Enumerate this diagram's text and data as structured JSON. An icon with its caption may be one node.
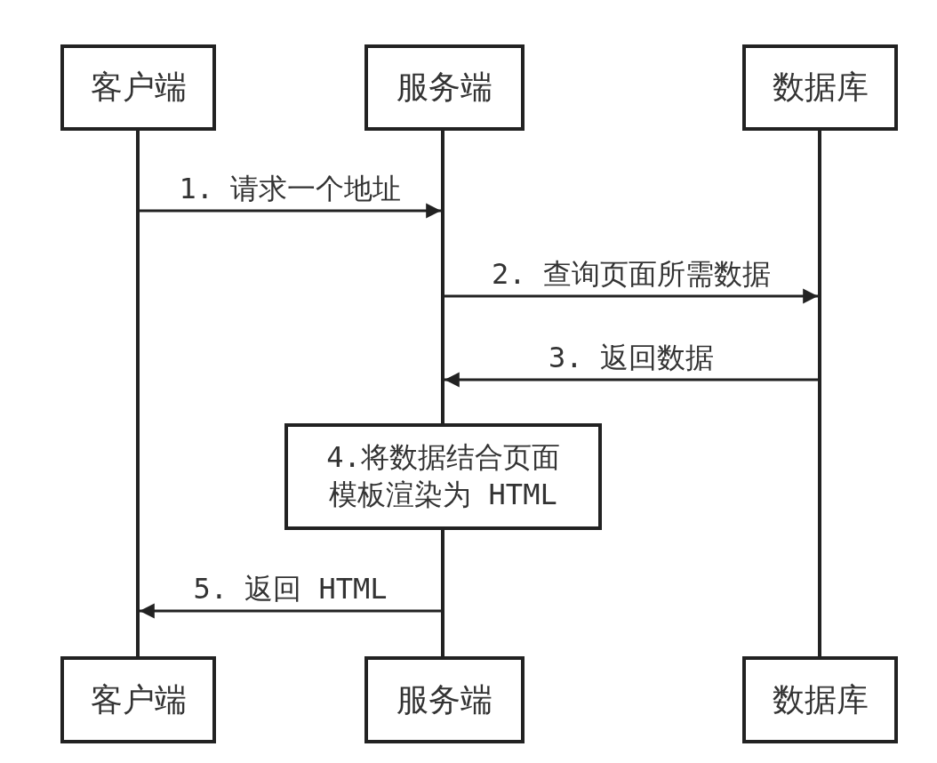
{
  "diagram": {
    "nodes": [
      {
        "text": [
          "客户端"
        ]
      },
      {
        "text": [
          "服务端"
        ]
      },
      {
        "text": [
          "数据库"
        ]
      },
      {
        "text": [],
        "shape": "line"
      },
      {
        "text": [],
        "shape": "line"
      },
      {
        "text": [],
        "shape": "line"
      },
      {
        "text": [
          "4.将数据结合页面模板渲染为 HTML"
        ]
      },
      {
        "text": [],
        "shape": "line"
      },
      {
        "text": [
          "客户端"
        ]
      },
      {
        "text": [
          "服务端"
        ]
      },
      {
        "text": [
          "数据库"
        ]
      }
    ],
    "edges": [
      {
        "from": 3,
        "to": 4,
        "arrow": "to",
        "label": "1. 请求一个地址"
      },
      {
        "from": 4,
        "to": 5,
        "arrow": "to",
        "label": "2. 查询页面所需数据"
      },
      {
        "from": 5,
        "to": 4,
        "arrow": "to",
        "label": "3. 返回数据"
      },
      {
        "from": 7,
        "to": 3,
        "arrow": "to",
        "label": "5. 返回 HTML"
      }
    ]
  }
}
